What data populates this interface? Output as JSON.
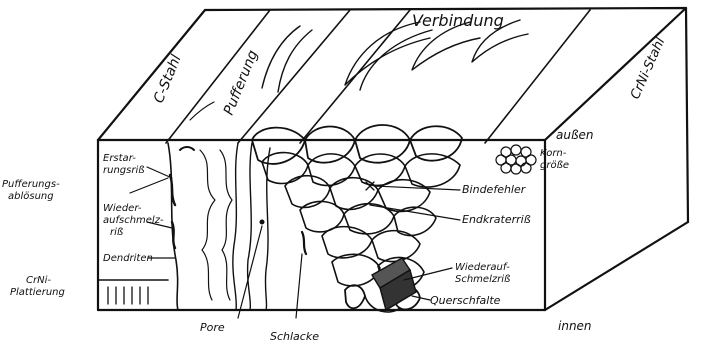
{
  "diagram": {
    "labels": {
      "verbindung": "Verbindung",
      "c_stahl": "C-Stahl",
      "pufferung": "Pufferung",
      "crni_stahl": "CrNi-Stahl",
      "aussen": "außen",
      "innen": "innen",
      "erstarrungsriss_1": "Erstar-",
      "erstarrungsriss_2": "rungsriß",
      "pufferungsabloesung_1": "Pufferungs-",
      "pufferungsabloesung_2": "ablösung",
      "wiederaufschmelzriss_1": "Wieder-",
      "wiederaufschmelzriss_2": "aufschmelz-",
      "wiederaufschmelzriss_3": "riß",
      "dendriten": "Dendriten",
      "crni_plattierung_1": "CrNi-",
      "crni_plattierung_2": "Plattierung",
      "korngroesse_1": "Korn-",
      "korngroesse_2": "größe",
      "bindefehler": "Bindefehler",
      "endkraterriss": "Endkraterriß",
      "wiederaufschmelzriss_b1": "Wiederauf-",
      "wiederaufschmelzriss_b2": "Schmelzriß",
      "querschfalte": "Querschfalte",
      "pore": "Pore",
      "schlacke": "Schlacke"
    }
  }
}
